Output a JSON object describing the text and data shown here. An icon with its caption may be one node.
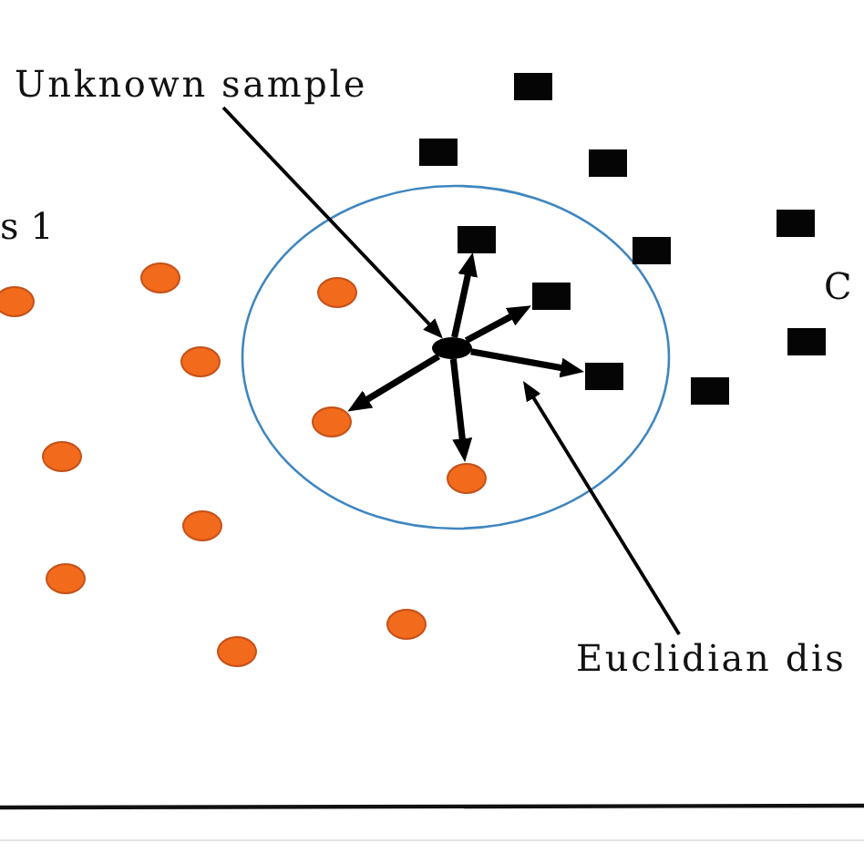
{
  "diagram": {
    "nodes": [
      {
        "text": [
          "Unknown sample"
        ]
      },
      {
        "text": [],
        "shape": "circle"
      },
      {
        "text": [
          "Euclidian dis"
        ]
      },
      {
        "text": [],
        "shape": "circle"
      },
      {
        "text": [],
        "shape": "circle"
      },
      {
        "text": [],
        "shape": "circle"
      },
      {
        "text": [],
        "shape": "circle"
      },
      {
        "text": [],
        "shape": "circle"
      },
      {
        "text": [],
        "shape": "circle"
      },
      {
        "text": [],
        "shape": "circle"
      },
      {
        "text": [],
        "shape": "circle"
      },
      {
        "text": [],
        "shape": "circle"
      },
      {
        "text": [],
        "shape": "circle"
      },
      {
        "text": [],
        "shape": "circle"
      },
      {
        "text": [],
        "shape": "box"
      },
      {
        "text": [],
        "shape": "box"
      },
      {
        "text": [],
        "shape": "box"
      },
      {
        "text": [],
        "shape": "box"
      },
      {
        "text": [],
        "shape": "box"
      },
      {
        "text": [],
        "shape": "box"
      },
      {
        "text": [],
        "shape": "box"
      },
      {
        "text": [],
        "shape": "box"
      },
      {
        "text": [],
        "shape": "box"
      },
      {
        "text": [],
        "shape": "box"
      }
    ],
    "edges": [
      {
        "from": 0,
        "to": 1,
        "arrow": "to"
      },
      {
        "from": 2,
        "to": null,
        "arrow": "to"
      },
      {
        "from": 1,
        "to": 15,
        "arrow": "to"
      },
      {
        "from": 1,
        "to": 17,
        "arrow": "to"
      },
      {
        "from": 1,
        "to": 18,
        "arrow": "to"
      },
      {
        "from": 1,
        "to": 13,
        "arrow": "to"
      },
      {
        "from": 1,
        "to": 10,
        "arrow": "to"
      }
    ],
    "labels": [
      "s 1",
      "C"
    ]
  }
}
